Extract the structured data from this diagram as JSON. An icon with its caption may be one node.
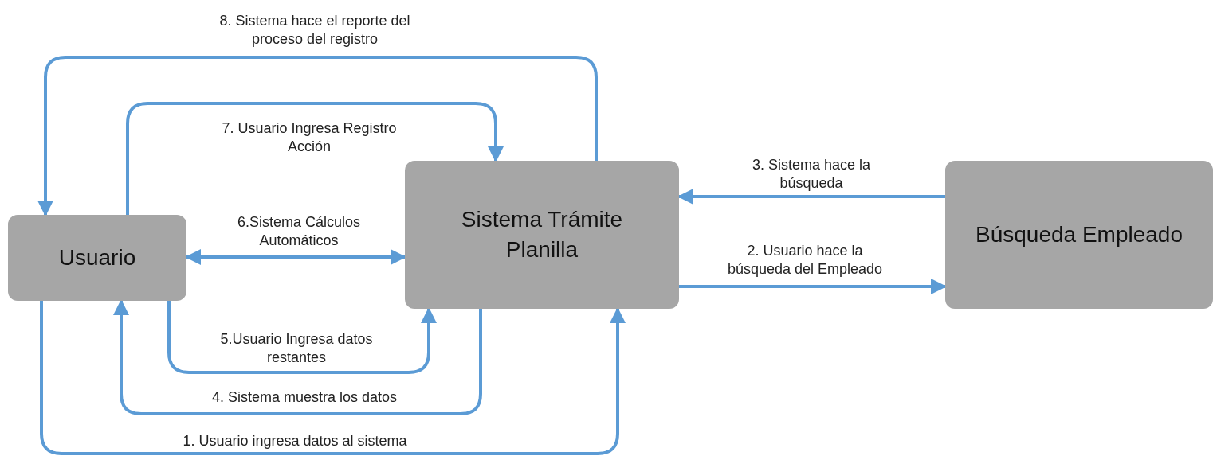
{
  "diagram": {
    "nodes": [
      {
        "text": [
          "Usuario"
        ]
      },
      {
        "text": [
          "Sistema Trámite Planilla"
        ]
      },
      {
        "text": [
          "Búsqueda Empleado"
        ]
      }
    ],
    "edges": [
      {
        "from": 0,
        "to": 1,
        "arrow": "to",
        "label": "1. Usuario ingresa datos al sistema"
      },
      {
        "from": 1,
        "to": 2,
        "arrow": "to",
        "label": "2. Usuario hace la búsqueda del Empleado"
      },
      {
        "from": 2,
        "to": 1,
        "arrow": "to",
        "label": "3. Sistema hace la búsqueda"
      },
      {
        "from": 1,
        "to": 0,
        "arrow": "to",
        "label": "4. Sistema muestra los datos"
      },
      {
        "from": 0,
        "to": 1,
        "arrow": "to",
        "label": "5.Usuario Ingresa datos restantes"
      },
      {
        "from": 0,
        "to": 1,
        "arrow": "both",
        "label": "6.Sistema Cálculos Automáticos"
      },
      {
        "from": 0,
        "to": 1,
        "arrow": "to",
        "label": "7. Usuario Ingresa Registro Acción"
      },
      {
        "from": 1,
        "to": 0,
        "arrow": "to",
        "label": "8. Sistema hace el reporte del proceso del registro"
      }
    ]
  }
}
